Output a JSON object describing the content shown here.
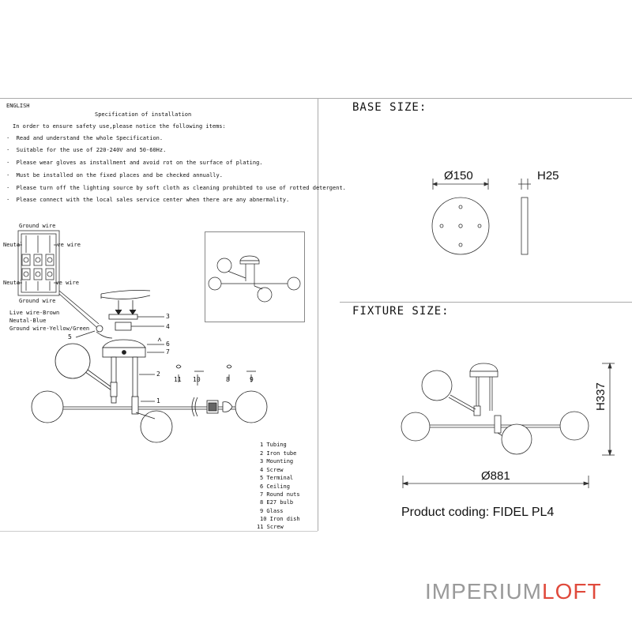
{
  "instructions": {
    "language": "ENGLISH",
    "title": "Specification of installation",
    "intro": "In order to ensure safety use,please notice the following items:",
    "items": [
      "Read and understand the whole Specification.",
      "Suitable for the use of 220-240V and 50-60Hz.",
      "Please wear gloves as installment and avoid rot on the surface of plating.",
      "Must be installed on the fixed places and be checked annually.",
      "Please turn off the lighting source by soft cloth as cleaning prohibted to use of rotted detergent.",
      "Please connect with the local sales service center when there are any abnermality."
    ]
  },
  "wiring": {
    "ground_top": "Ground wire",
    "neutal_top": "Neutal",
    "live_top": "Live wire",
    "neutal_bottom": "Neutal",
    "live_bottom": "Live wire",
    "ground_bottom": "Ground wire",
    "colors": [
      "Live wire-Brown",
      "Neutal-Blue",
      "Ground wire-Yellow/Green"
    ]
  },
  "callouts": {
    "c1": "1",
    "c2": "2",
    "c3": "3",
    "c4": "4",
    "c5": "5",
    "c6": "6",
    "c7": "7",
    "c8": "8",
    "c9": "9",
    "c10": "10",
    "c11": "11"
  },
  "parts": [
    "1 Tubing",
    "2 Iron tube",
    "3 Mounting",
    "4 Screw",
    "5 Terminal",
    "6 Ceiling",
    "7 Round nuts",
    "8 E27 bulb",
    "9 Glass",
    "10 Iron dish",
    "11 Screw"
  ],
  "base_size": {
    "heading": "BASE SIZE:",
    "diameter": "Ø150",
    "height": "H25"
  },
  "fixture_size": {
    "heading": "FIXTURE SIZE:",
    "width": "Ø881",
    "height": "H337"
  },
  "product_coding": "Product coding: FIDEL PL4",
  "watermark": {
    "part1": "IMPERIUM",
    "part2": "LOFT",
    "color1": "#9a9a9a",
    "color2": "#e04a3c"
  }
}
